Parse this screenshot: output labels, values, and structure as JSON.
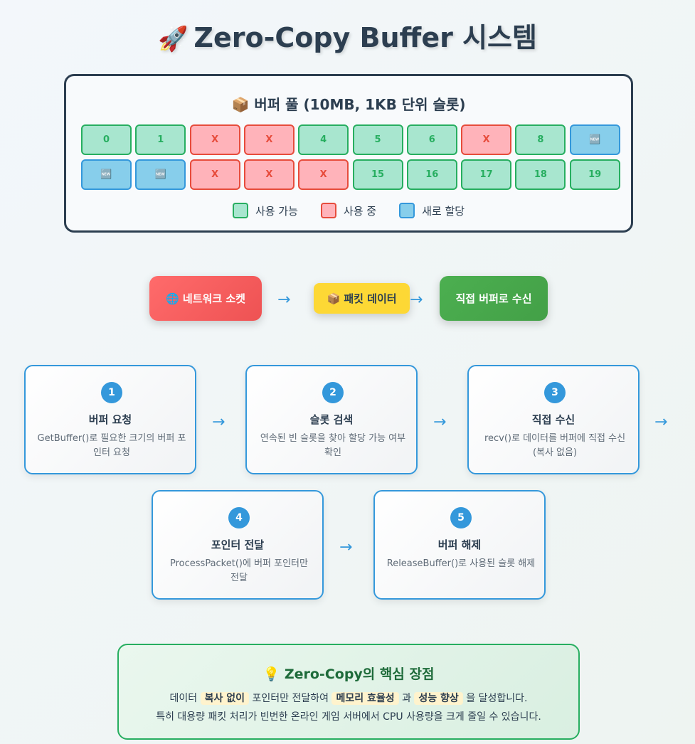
{
  "header": {
    "icon": "🚀",
    "title": "Zero-Copy Buffer 시스템"
  },
  "pool": {
    "icon": "📦",
    "title": "버퍼 풀 (10MB, 1KB 단위 슬롯)",
    "slots": [
      {
        "label": "0",
        "state": "free"
      },
      {
        "label": "1",
        "state": "free"
      },
      {
        "label": "X",
        "state": "used"
      },
      {
        "label": "X",
        "state": "used"
      },
      {
        "label": "4",
        "state": "free"
      },
      {
        "label": "5",
        "state": "free"
      },
      {
        "label": "6",
        "state": "free"
      },
      {
        "label": "X",
        "state": "used"
      },
      {
        "label": "8",
        "state": "free"
      },
      {
        "label": "🆕",
        "state": "new"
      },
      {
        "label": "🆕",
        "state": "new"
      },
      {
        "label": "🆕",
        "state": "new"
      },
      {
        "label": "X",
        "state": "used"
      },
      {
        "label": "X",
        "state": "used"
      },
      {
        "label": "X",
        "state": "used"
      },
      {
        "label": "15",
        "state": "free"
      },
      {
        "label": "16",
        "state": "free"
      },
      {
        "label": "17",
        "state": "free"
      },
      {
        "label": "18",
        "state": "free"
      },
      {
        "label": "19",
        "state": "free"
      }
    ],
    "legend": [
      {
        "label": "사용 가능",
        "state": "free"
      },
      {
        "label": "사용 중",
        "state": "used"
      },
      {
        "label": "새로 할당",
        "state": "new"
      }
    ]
  },
  "colors": {
    "free_bg": "#a8e6cf",
    "free_border": "#27ae60",
    "used_bg": "#ffb3ba",
    "used_border": "#e74c3c",
    "new_bg": "#87ceeb",
    "new_border": "#3498db",
    "accent": "#3498db"
  },
  "flow": {
    "socket": "🌐 네트워크 소켓",
    "packet": "📦 패킷 데이터",
    "receive": "직접 버퍼로 수신",
    "arrow": "→"
  },
  "steps": [
    {
      "num": "1",
      "title": "버퍼 요청",
      "desc": "GetBuffer()로 필요한 크기의 버퍼 포인터 요청"
    },
    {
      "num": "2",
      "title": "슬롯 검색",
      "desc": "연속된 빈 슬롯을 찾아 할당 가능 여부 확인"
    },
    {
      "num": "3",
      "title": "직접 수신",
      "desc": "recv()로 데이터를 버퍼에 직접 수신 (복사 없음)"
    },
    {
      "num": "4",
      "title": "포인터 전달",
      "desc": "ProcessPacket()에 버퍼 포인터만 전달"
    },
    {
      "num": "5",
      "title": "버퍼 해제",
      "desc": "ReleaseBuffer()로 사용된 슬롯 해제"
    }
  ],
  "benefit": {
    "icon": "💡",
    "title": "Zero-Copy의 핵심 장점",
    "line1_a": "데이터",
    "hl1": "복사 없이",
    "line1_b": "포인터만 전달하여",
    "hl2": "메모리 효율성",
    "line1_c": "과",
    "hl3": "성능 향상",
    "line1_d": "을 달성합니다.",
    "line2": "특히 대용량 패킷 처리가 빈번한 온라인 게임 서버에서 CPU 사용량을 크게 줄일 수 있습니다."
  }
}
